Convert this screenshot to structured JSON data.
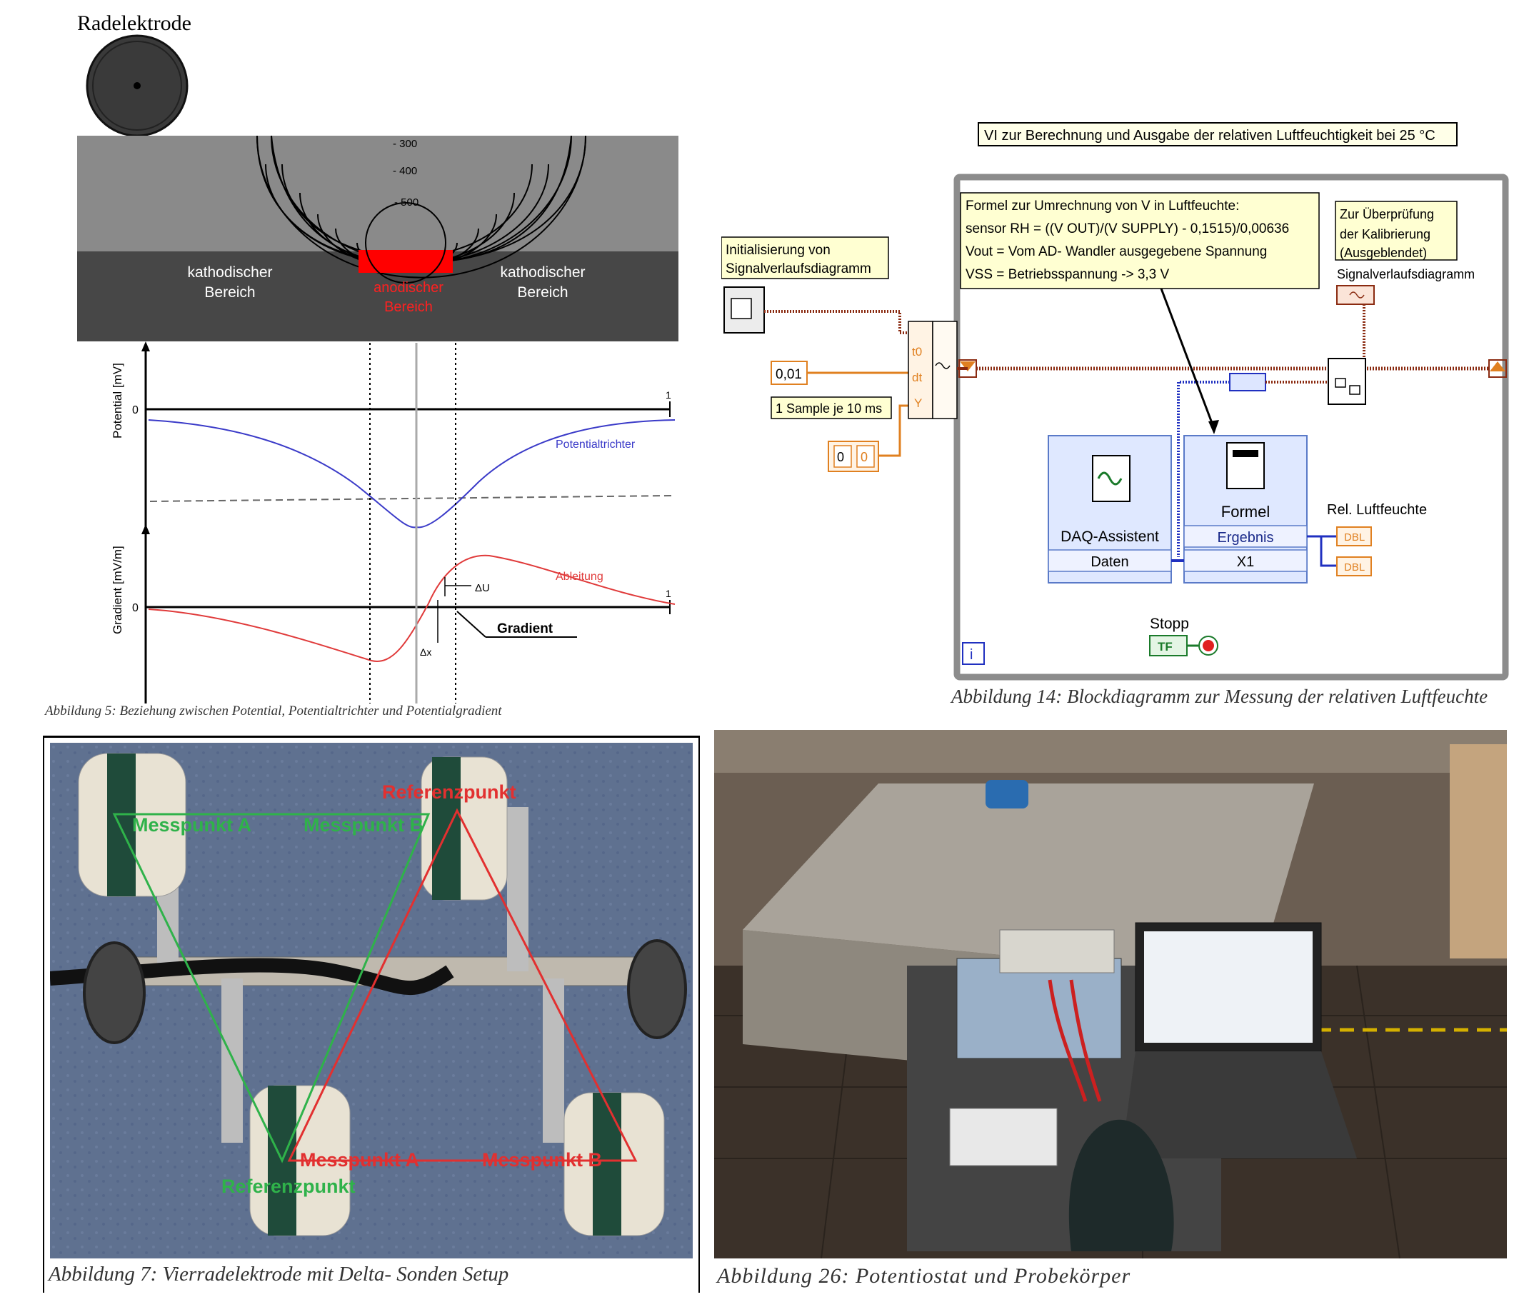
{
  "fig5": {
    "title": "Radelektrode",
    "contours": [
      "- 300",
      "- 400",
      "- 500"
    ],
    "left_area": [
      "kathodischer",
      "Bereich"
    ],
    "center_area": [
      "anodischer",
      "Bereich"
    ],
    "right_area": [
      "kathodischer",
      "Bereich"
    ],
    "potential_ylabel": "Potential [mV]",
    "gradient_ylabel": "Gradient [mV/m]",
    "zero": "0",
    "one": "1",
    "curve1_label": "Potentialtrichter",
    "curve2_label": "Ableitung",
    "delta_u": "ΔU",
    "delta_x": "Δx",
    "gradient_label": "Gradient",
    "caption": "Abbildung 5: Beziehung zwischen Potential, Potentialtrichter und Potentialgradient"
  },
  "fig14": {
    "header": "VI zur Berechnung und Ausgabe der relativen Luftfeuchtigkeit bei 25 °C",
    "init_note": [
      "Initialisierung von",
      "Signalverlaufsdiagramm"
    ],
    "formula_note": [
      "Formel zur Umrechnung von V in Luftfeuchte:",
      "sensor RH = ((V OUT)/(V SUPPLY)  - 0,1515)/0,00636",
      "Vout = Vom AD- Wandler ausgegebene Spannung",
      "VSS = Betriebsspannung -> 3,3 V"
    ],
    "calib_note": [
      "Zur Überprüfung",
      "der Kalibrierung",
      "(Ausgeblendet)"
    ],
    "waveform_label": "Signalverlaufsdiagramm",
    "t0": "t0",
    "dt": "dt",
    "y": "Y",
    "dt_value": "0,01",
    "sample_label": "1 Sample je 10 ms",
    "zero_a": "0",
    "zero_b": "0",
    "daq_title": "DAQ-Assistent",
    "daq_port": "Daten",
    "formula_title": "Formel",
    "formula_port1": "Ergebnis",
    "formula_port2": "X1",
    "rh_label": "Rel. Luftfeuchte",
    "dbl": "DBL",
    "tf": "TF",
    "stop_label": "Stopp",
    "info": "i",
    "caption": "Abbildung 14: Blockdiagramm zur Messung der relativen Luftfeuchte"
  },
  "fig7": {
    "green_a": "Messpunkt A",
    "green_b": "Messpunkt B",
    "red_ref": "Referenzpunkt",
    "red_a": "Messpunkt A",
    "red_b": "Messpunkt B",
    "green_ref": "Referenzpunkt",
    "caption": "Abbildung 7: Vierradelektrode mit Delta- Sonden Setup"
  },
  "fig26": {
    "caption": "Abbildung 26: Potentiostat und Probekörper"
  },
  "colors": {
    "potential_curve": "#3a3ac8",
    "derivative_curve": "#e03a3a",
    "anode": "#ff0000",
    "labview_wire_orange": "#e08020",
    "labview_wire_brown": "#8a2a10",
    "labview_wire_blue": "#2030c0",
    "green_delta": "#2fb24a",
    "red_delta": "#e23030"
  }
}
